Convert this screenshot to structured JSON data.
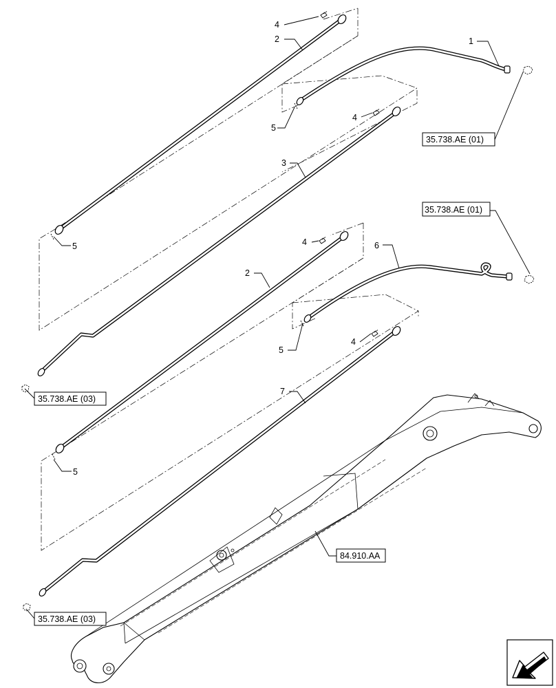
{
  "callouts": {
    "c1": "1",
    "c2a": "2",
    "c2b": "2",
    "c3": "3",
    "c4a": "4",
    "c4b": "4",
    "c4c": "4",
    "c4d": "4",
    "c5a": "5",
    "c5b": "5",
    "c5c": "5",
    "c5d": "5",
    "c6": "6",
    "c7": "7"
  },
  "references": {
    "r1": "35.738.AE (01)",
    "r2": "35.738.AE (01)",
    "r3": "35.738.AE (03)",
    "r4": "35.738.AE (03)",
    "r5": "84.910.AA"
  },
  "nav_icon": "arrow-left-down-icon"
}
